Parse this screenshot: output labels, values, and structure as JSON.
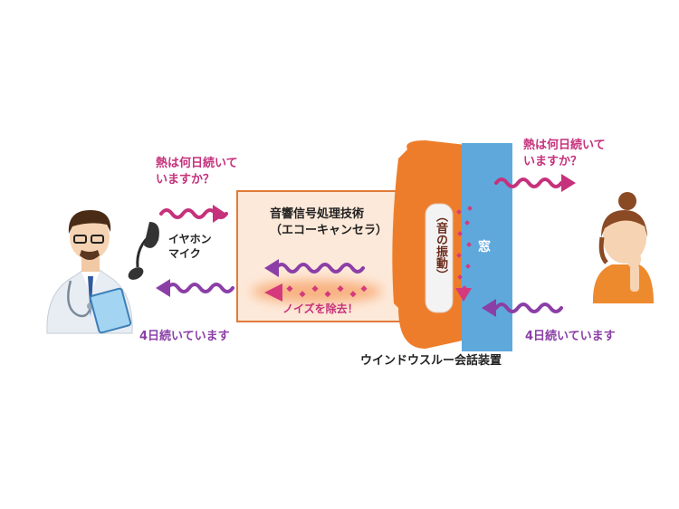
{
  "colors": {
    "pink": "#c6317c",
    "purple": "#8b3fa6",
    "orange": "#ee7d2b",
    "window": "#5fa8dc",
    "processor_bg": "#fde9d9"
  },
  "labels": {
    "doctor_question": "熱は何日続いて\nいますか？",
    "patient_question": "熱は何日続いて\nいますか？",
    "doctor_answer": "4日続いています",
    "patient_answer": "4日続いています",
    "earphone_mic": "イヤホン\nマイク",
    "processing": "音響信号処理技術\n（エコーキャンセラ）",
    "noise_removal": "ノイズを除去！",
    "sound_vibration": "（音の振動）",
    "window": "窓",
    "device_name": "ウインドウスルー会話装置"
  },
  "icons": [
    "doctor-icon",
    "patient-icon",
    "headset-icon",
    "wave-arrow-icon"
  ]
}
